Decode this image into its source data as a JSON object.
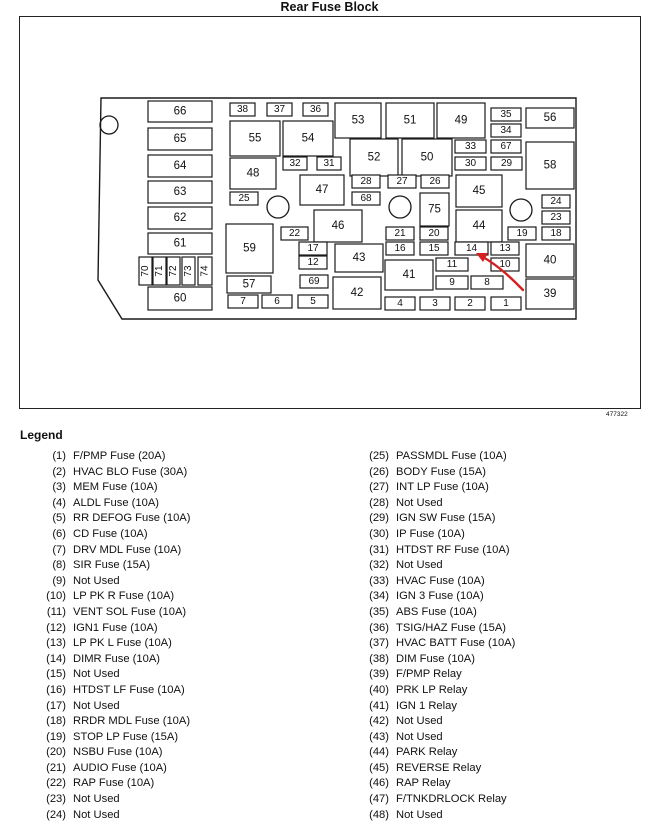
{
  "title": "Rear Fuse Block",
  "figure_id": "477322",
  "legend_heading": "Legend",
  "block_labels": {
    "b66": "66",
    "b65": "65",
    "b64": "64",
    "b63": "63",
    "b62": "62",
    "b61": "61",
    "b60": "60",
    "b70": "70",
    "b71": "71",
    "b72": "72",
    "b73": "73",
    "b74": "74",
    "b38": "38",
    "b37": "37",
    "b36": "36",
    "b55": "55",
    "b54": "54",
    "b53": "53",
    "b51": "51",
    "b49": "49",
    "b35": "35",
    "b34": "34",
    "b56": "56",
    "b67": "67",
    "b33": "33",
    "b52": "52",
    "b50": "50",
    "b32": "32",
    "b31": "31",
    "b30": "30",
    "b29": "29",
    "b48": "48",
    "b58": "58",
    "b47": "47",
    "b28": "28",
    "b27": "27",
    "b26": "26",
    "b45": "45",
    "b25": "25",
    "b68": "68",
    "b24": "24",
    "b75": "75",
    "b46": "46",
    "b44": "44",
    "b23": "23",
    "b59": "59",
    "b22": "22",
    "b21": "21",
    "b20": "20",
    "b19": "19",
    "b18": "18",
    "b17": "17",
    "b16": "16",
    "b15": "15",
    "b14": "14",
    "b13": "13",
    "b12": "12",
    "b43": "43",
    "b11": "11",
    "b10": "10",
    "b40": "40",
    "b41": "41",
    "b57": "57",
    "b69": "69",
    "b9": "9",
    "b8": "8",
    "b42": "42",
    "b39": "39",
    "b7": "7",
    "b6": "6",
    "b5": "5",
    "b4": "4",
    "b3": "3",
    "b2": "2",
    "b1": "1"
  },
  "legend_left": [
    {
      "num": "(1)",
      "text": "F/PMP Fuse (20A)"
    },
    {
      "num": "(2)",
      "text": "HVAC BLO Fuse (30A)"
    },
    {
      "num": "(3)",
      "text": "MEM Fuse (10A)"
    },
    {
      "num": "(4)",
      "text": "ALDL Fuse (10A)"
    },
    {
      "num": "(5)",
      "text": "RR DEFOG Fuse (10A)"
    },
    {
      "num": "(6)",
      "text": "CD Fuse (10A)"
    },
    {
      "num": "(7)",
      "text": "DRV MDL Fuse (10A)"
    },
    {
      "num": "(8)",
      "text": "SIR Fuse (15A)"
    },
    {
      "num": "(9)",
      "text": "Not Used"
    },
    {
      "num": "(10)",
      "text": "LP PK R Fuse (10A)"
    },
    {
      "num": "(11)",
      "text": "VENT SOL Fuse (10A)"
    },
    {
      "num": "(12)",
      "text": "IGN1 Fuse (10A)"
    },
    {
      "num": "(13)",
      "text": "LP PK L Fuse (10A)"
    },
    {
      "num": "(14)",
      "text": "DIMR Fuse (10A)"
    },
    {
      "num": "(15)",
      "text": "Not Used"
    },
    {
      "num": "(16)",
      "text": "HTDST LF Fuse (10A)"
    },
    {
      "num": "(17)",
      "text": "Not Used"
    },
    {
      "num": "(18)",
      "text": "RRDR MDL Fuse (10A)"
    },
    {
      "num": "(19)",
      "text": "STOP LP Fuse (15A)"
    },
    {
      "num": "(20)",
      "text": "NSBU Fuse (10A)"
    },
    {
      "num": "(21)",
      "text": "AUDIO Fuse (10A)"
    },
    {
      "num": "(22)",
      "text": "RAP Fuse (10A)"
    },
    {
      "num": "(23)",
      "text": "Not Used"
    },
    {
      "num": "(24)",
      "text": "Not Used"
    }
  ],
  "legend_right": [
    {
      "num": "(25)",
      "text": "PASSMDL Fuse (10A)"
    },
    {
      "num": "(26)",
      "text": "BODY Fuse (15A)"
    },
    {
      "num": "(27)",
      "text": "INT LP Fuse (10A)"
    },
    {
      "num": "(28)",
      "text": "Not Used"
    },
    {
      "num": "(29)",
      "text": "IGN SW Fuse (15A)"
    },
    {
      "num": "(30)",
      "text": "IP Fuse (10A)"
    },
    {
      "num": "(31)",
      "text": "HTDST RF Fuse (10A)"
    },
    {
      "num": "(32)",
      "text": "Not Used"
    },
    {
      "num": "(33)",
      "text": "HVAC Fuse (10A)"
    },
    {
      "num": "(34)",
      "text": "IGN 3 Fuse (10A)"
    },
    {
      "num": "(35)",
      "text": "ABS Fuse (10A)"
    },
    {
      "num": "(36)",
      "text": "TSIG/HAZ Fuse (15A)"
    },
    {
      "num": "(37)",
      "text": "HVAC BATT Fuse (10A)"
    },
    {
      "num": "(38)",
      "text": "DIM Fuse (10A)"
    },
    {
      "num": "(39)",
      "text": "F/PMP Relay"
    },
    {
      "num": "(40)",
      "text": "PRK LP Relay"
    },
    {
      "num": "(41)",
      "text": "IGN 1 Relay"
    },
    {
      "num": "(42)",
      "text": "Not Used"
    },
    {
      "num": "(43)",
      "text": "Not Used"
    },
    {
      "num": "(44)",
      "text": "PARK Relay"
    },
    {
      "num": "(45)",
      "text": "REVERSE Relay"
    },
    {
      "num": "(46)",
      "text": "RAP Relay"
    },
    {
      "num": "(47)",
      "text": "F/TNKDRLOCK Relay"
    },
    {
      "num": "(48)",
      "text": "Not Used"
    }
  ],
  "colors": {
    "line": "#1a1a1a",
    "arrow": "#d42020",
    "fill": "#ffffff"
  }
}
